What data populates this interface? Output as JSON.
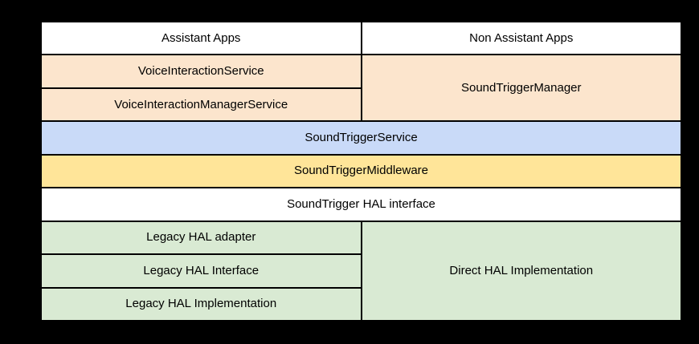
{
  "canvas": {
    "background": "#000000",
    "border_color": "#000000",
    "text_color": "#000000"
  },
  "diagram": {
    "apps": {
      "assistant": "Assistant Apps",
      "non_assistant": "Non Assistant Apps"
    },
    "framework": {
      "voice_interaction_service": "VoiceInteractionService",
      "voice_interaction_manager_service": "VoiceInteractionManagerService",
      "sound_trigger_manager": "SoundTriggerManager",
      "sound_trigger_service": "SoundTriggerService",
      "sound_trigger_middleware": "SoundTriggerMiddleware"
    },
    "hal": {
      "interface": "SoundTrigger HAL interface",
      "legacy_adapter": "Legacy HAL adapter",
      "legacy_interface": "Legacy HAL Interface",
      "legacy_implementation": "Legacy HAL Implementation",
      "direct_implementation": "Direct HAL Implementation"
    },
    "colors": {
      "apps_row": "#ffffff",
      "voice_interaction": "#fce5cd",
      "service": "#c9daf8",
      "middleware": "#ffe599",
      "hal_interface": "#ffffff",
      "hal_implementation": "#d9ead3"
    }
  }
}
